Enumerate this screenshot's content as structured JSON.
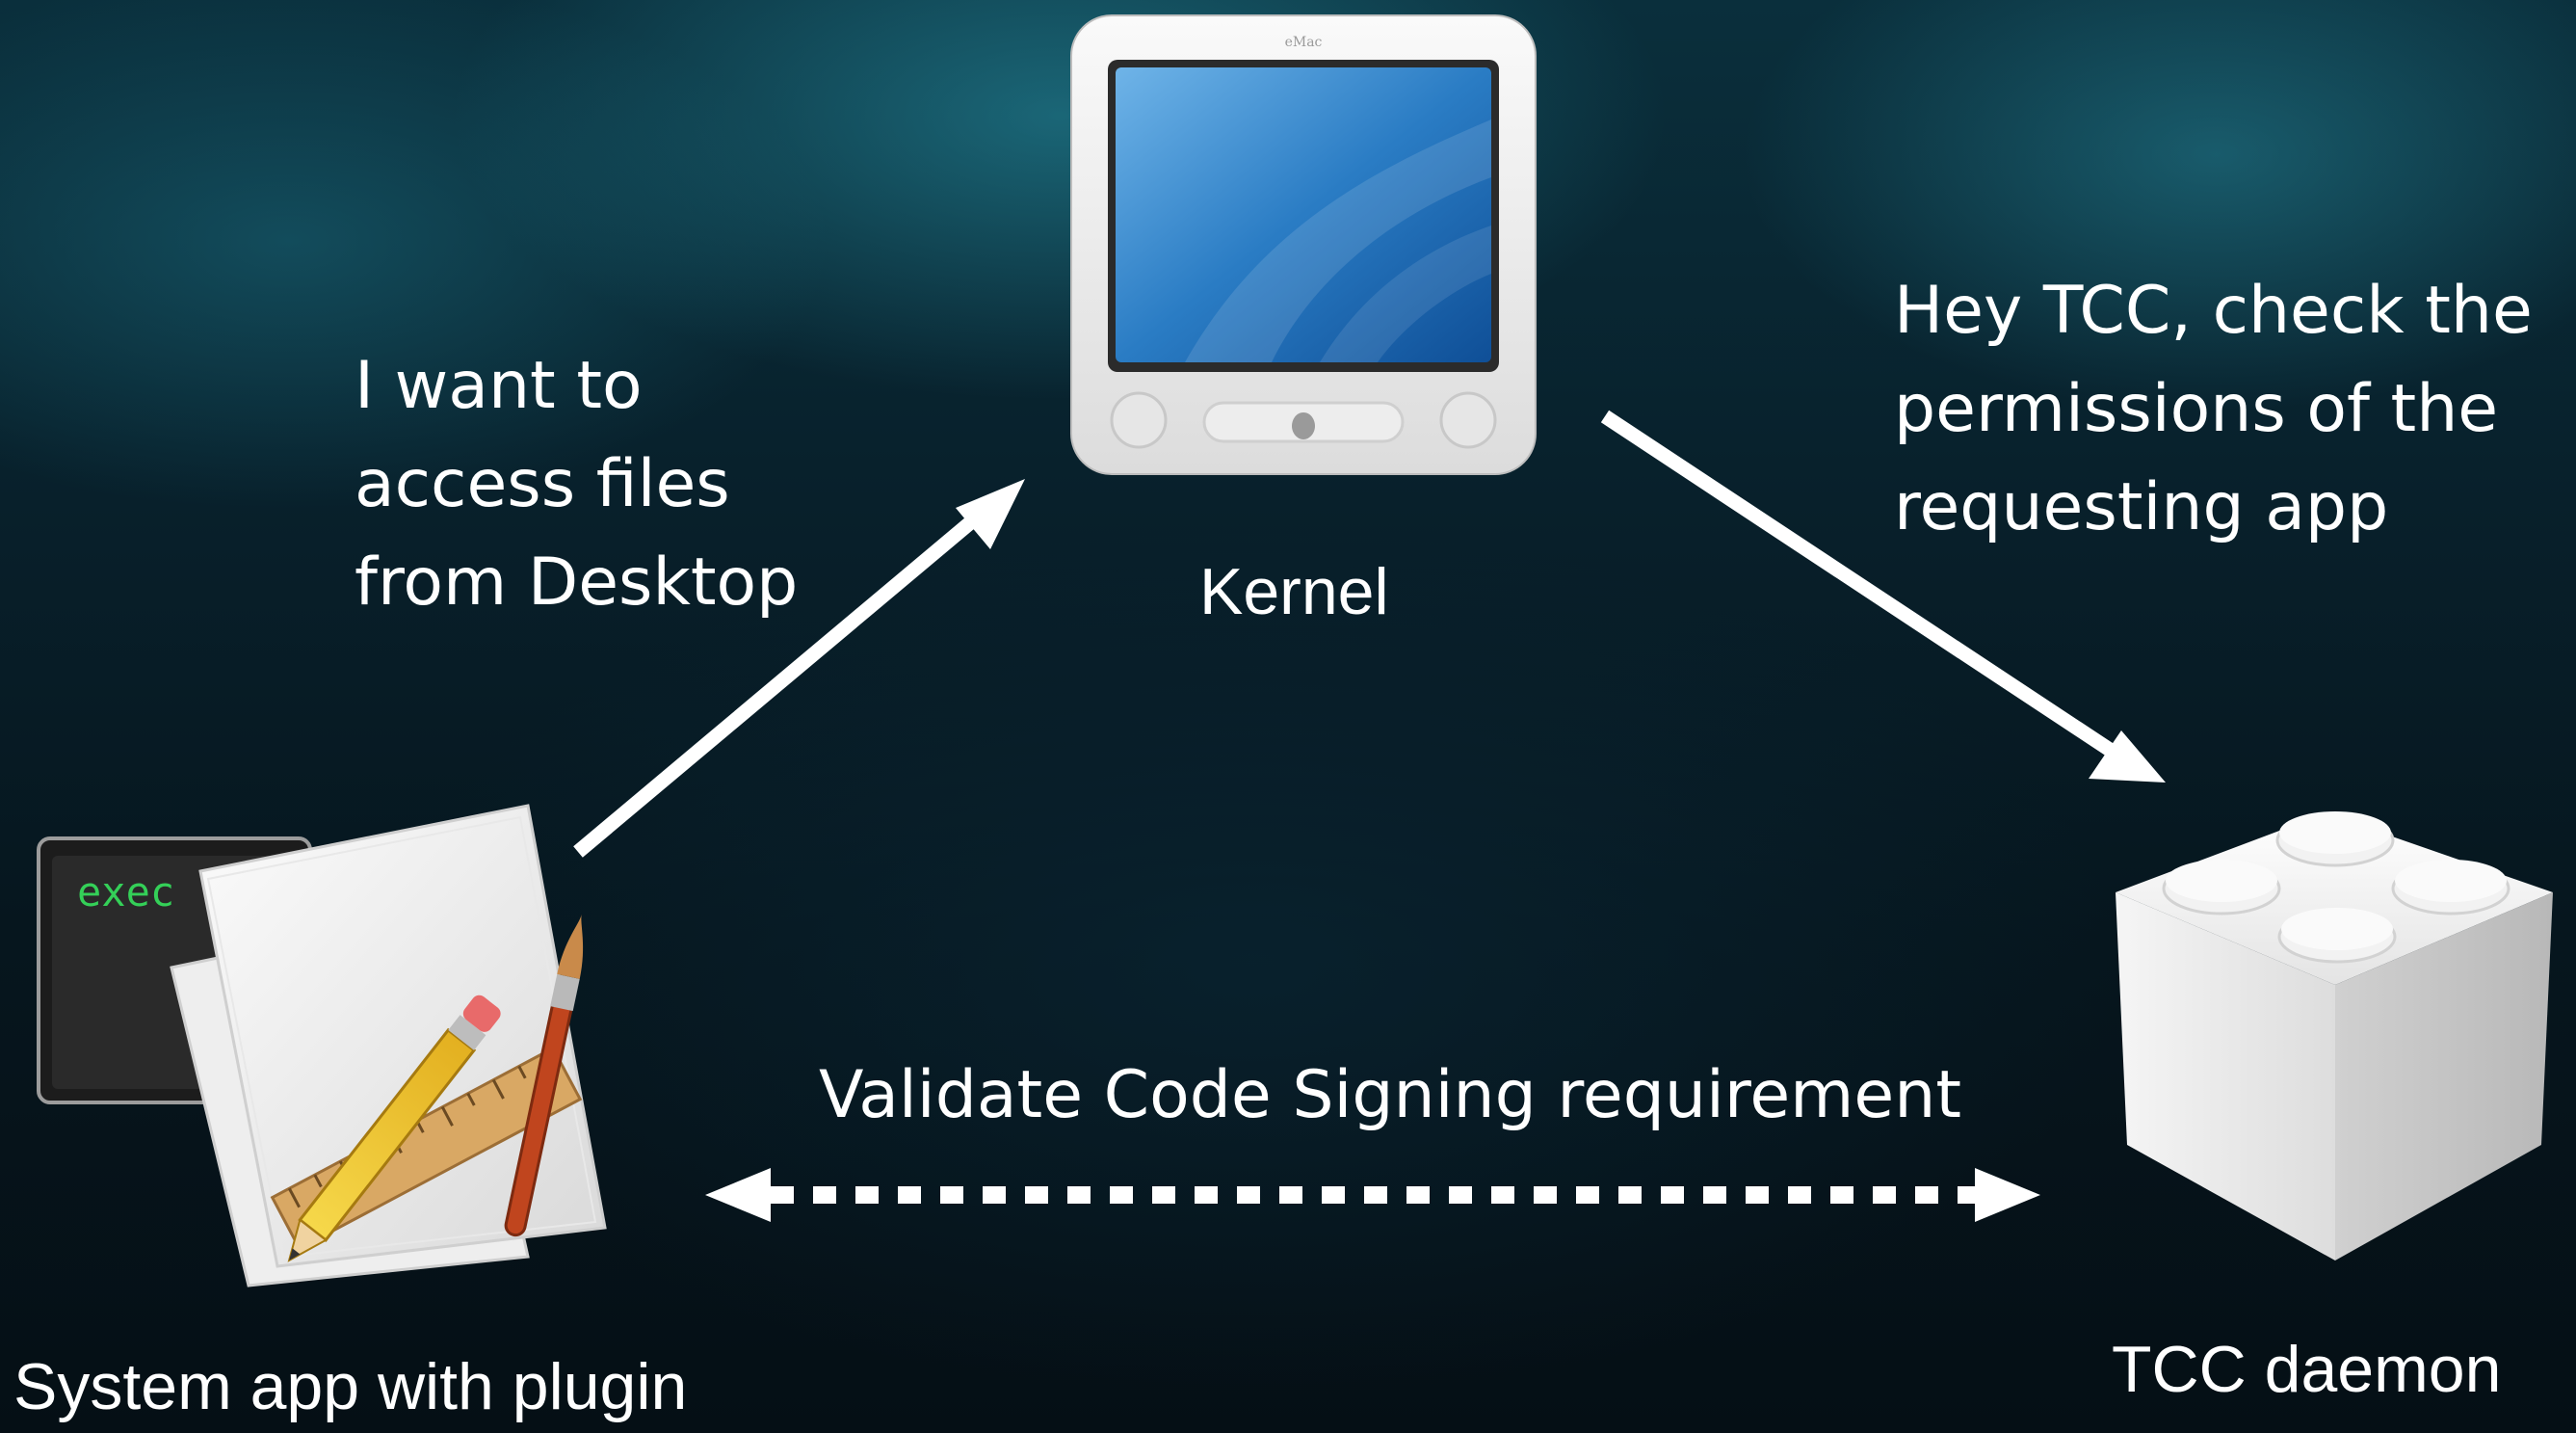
{
  "nodes": {
    "kernel": {
      "label": "Kernel",
      "icon": "emac-computer-icon",
      "brand_text": "eMac"
    },
    "app": {
      "label": "System app with plugin",
      "icon": "script-editor-app-icon",
      "terminal_text": "exec"
    },
    "tcc": {
      "label": "TCC daemon",
      "icon": "lego-brick-plugin-icon"
    }
  },
  "edges": {
    "app_to_kernel": {
      "lines": [
        "I want to",
        "access files",
        "from Desktop"
      ]
    },
    "kernel_to_tcc": {
      "lines": [
        "Hey TCC, check the",
        "permissions of the",
        "requesting app"
      ]
    },
    "app_tcc": {
      "label": "Validate Code Signing requirement",
      "style": "dashed-double-arrow"
    }
  },
  "colors": {
    "background": "#061a22",
    "text": "#ffffff",
    "terminal_text": "#34d058"
  }
}
